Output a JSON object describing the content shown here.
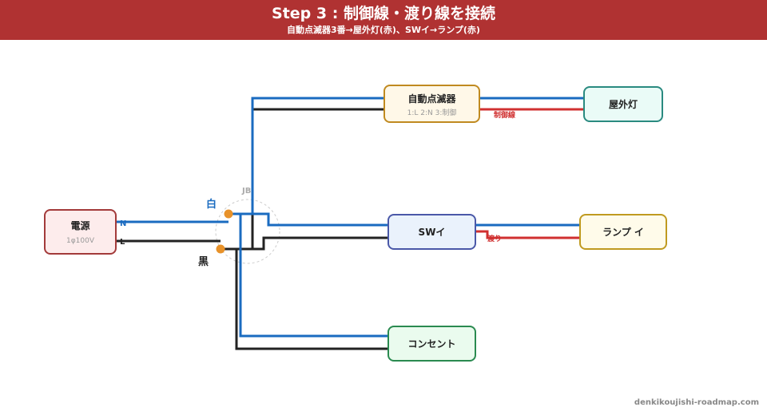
{
  "header": {
    "title": "Step 3 : 制御線・渡り線を接続",
    "subtitle": "自動点滅器3番→屋外灯(赤)、SWイ→ランプ(赤)"
  },
  "nodes": {
    "power": {
      "label": "電源",
      "sub": "1φ100V"
    },
    "auto_switch": {
      "label": "自動点滅器",
      "sub": "1:L 2:N 3:制御"
    },
    "outdoor_light": {
      "label": "屋外灯"
    },
    "switch_i": {
      "label": "SWイ"
    },
    "lamp_i": {
      "label": "ランプ イ"
    },
    "outlet": {
      "label": "コンセント"
    }
  },
  "labels": {
    "jb": "JB",
    "white": "白",
    "black": "黒",
    "n": "N",
    "l": "L",
    "control_wire": "制御線",
    "jumper_wire": "渡り"
  },
  "colors": {
    "header_bg": "#b03232",
    "neutral_wire": "#1a6bc0",
    "live_wire": "#222222",
    "control_wire": "#d03030",
    "joint": "#e8922a"
  },
  "footer": {
    "site": "denkikoujishi-roadmap.com"
  }
}
